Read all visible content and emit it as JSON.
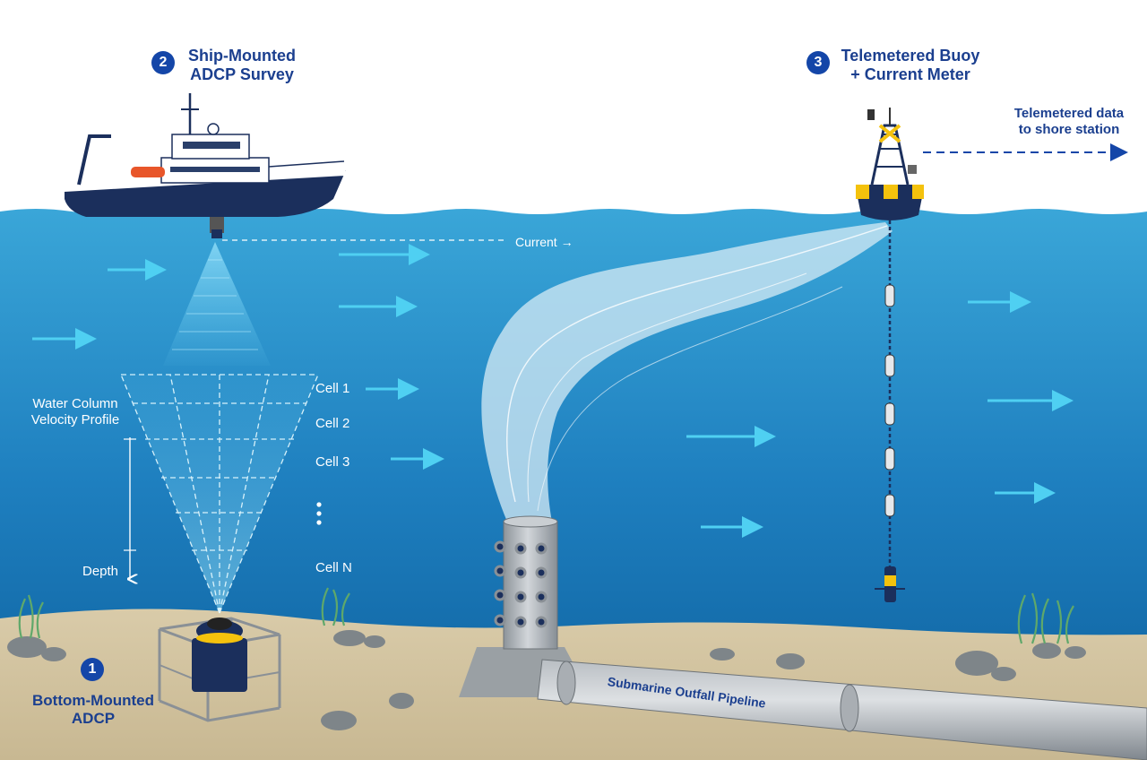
{
  "markers": {
    "bottom": "1",
    "ship": "2",
    "buoy": "3"
  },
  "labels": {
    "ship_line1": "Ship-Mounted",
    "ship_line2": "ADCP Survey",
    "buoy_line1": "Telemetered Buoy",
    "buoy_line2": "+ Current Meter",
    "bottom_line1": "Bottom-Mounted",
    "bottom_line2": "ADCP",
    "telemetry_line1": "Telemetered data",
    "telemetry_line2": "to shore station",
    "current": "Current →",
    "profile_line1": "Water Column",
    "profile_line2": "Velocity Profile",
    "depth": "Depth",
    "cell1": "Cell 1",
    "cell2": "Cell 2",
    "cell3": "Cell 3",
    "cellN": "Cell N",
    "pipeline": "Submarine Outfall Pipeline"
  },
  "colors": {
    "accent_blue": "#1446a8",
    "label_blue": "#1b3f8f",
    "sea_surface": "#3aa6d8",
    "sea_deep": "#0d5f9c",
    "seabed": "#d8c9a8",
    "current_arrow": "#4fd0f2",
    "plume": "#cfe8f4",
    "buoy_yellow": "#f4c20d",
    "hull_navy": "#1b2f5c"
  }
}
